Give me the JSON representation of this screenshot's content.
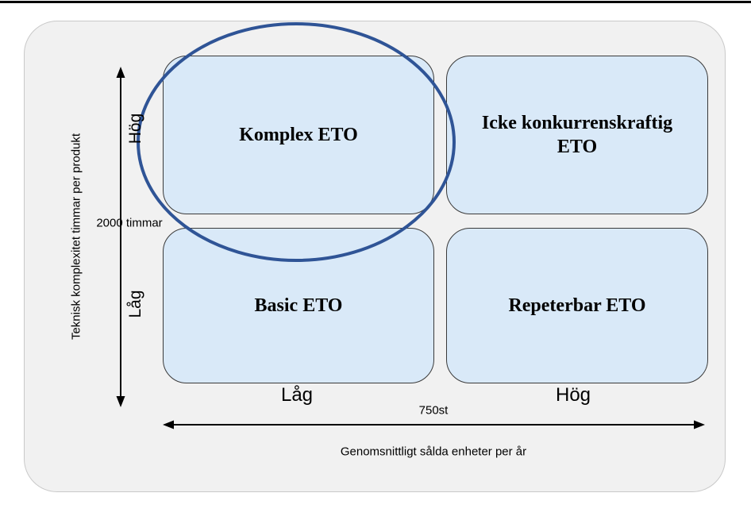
{
  "diagram": {
    "type": "quadrant-matrix",
    "quadrants": [
      {
        "position": "top-left",
        "label": "Komplex ETO"
      },
      {
        "position": "top-right",
        "label": "Icke konkurrenskraftig ETO"
      },
      {
        "position": "bottom-left",
        "label": "Basic ETO"
      },
      {
        "position": "bottom-right",
        "label": "Repeterbar ETO"
      }
    ],
    "y_axis": {
      "label": "Teknisk komplexitet timmar per produkt",
      "high": "Hög",
      "low": "Låg",
      "threshold": "2000 timmar"
    },
    "x_axis": {
      "label": "Genomsnittligt sålda enheter per år",
      "low": "Låg",
      "high": "Hög",
      "threshold": "750st"
    },
    "highlight": {
      "shape": "ellipse",
      "target": "Komplex ETO"
    },
    "colors": {
      "panel_background": "#f1f1f1",
      "quadrant_fill": "#d9e9f8",
      "quadrant_border": "#3a3a3a",
      "highlight_ellipse": "#2f5496",
      "arrow": "#000000"
    }
  }
}
